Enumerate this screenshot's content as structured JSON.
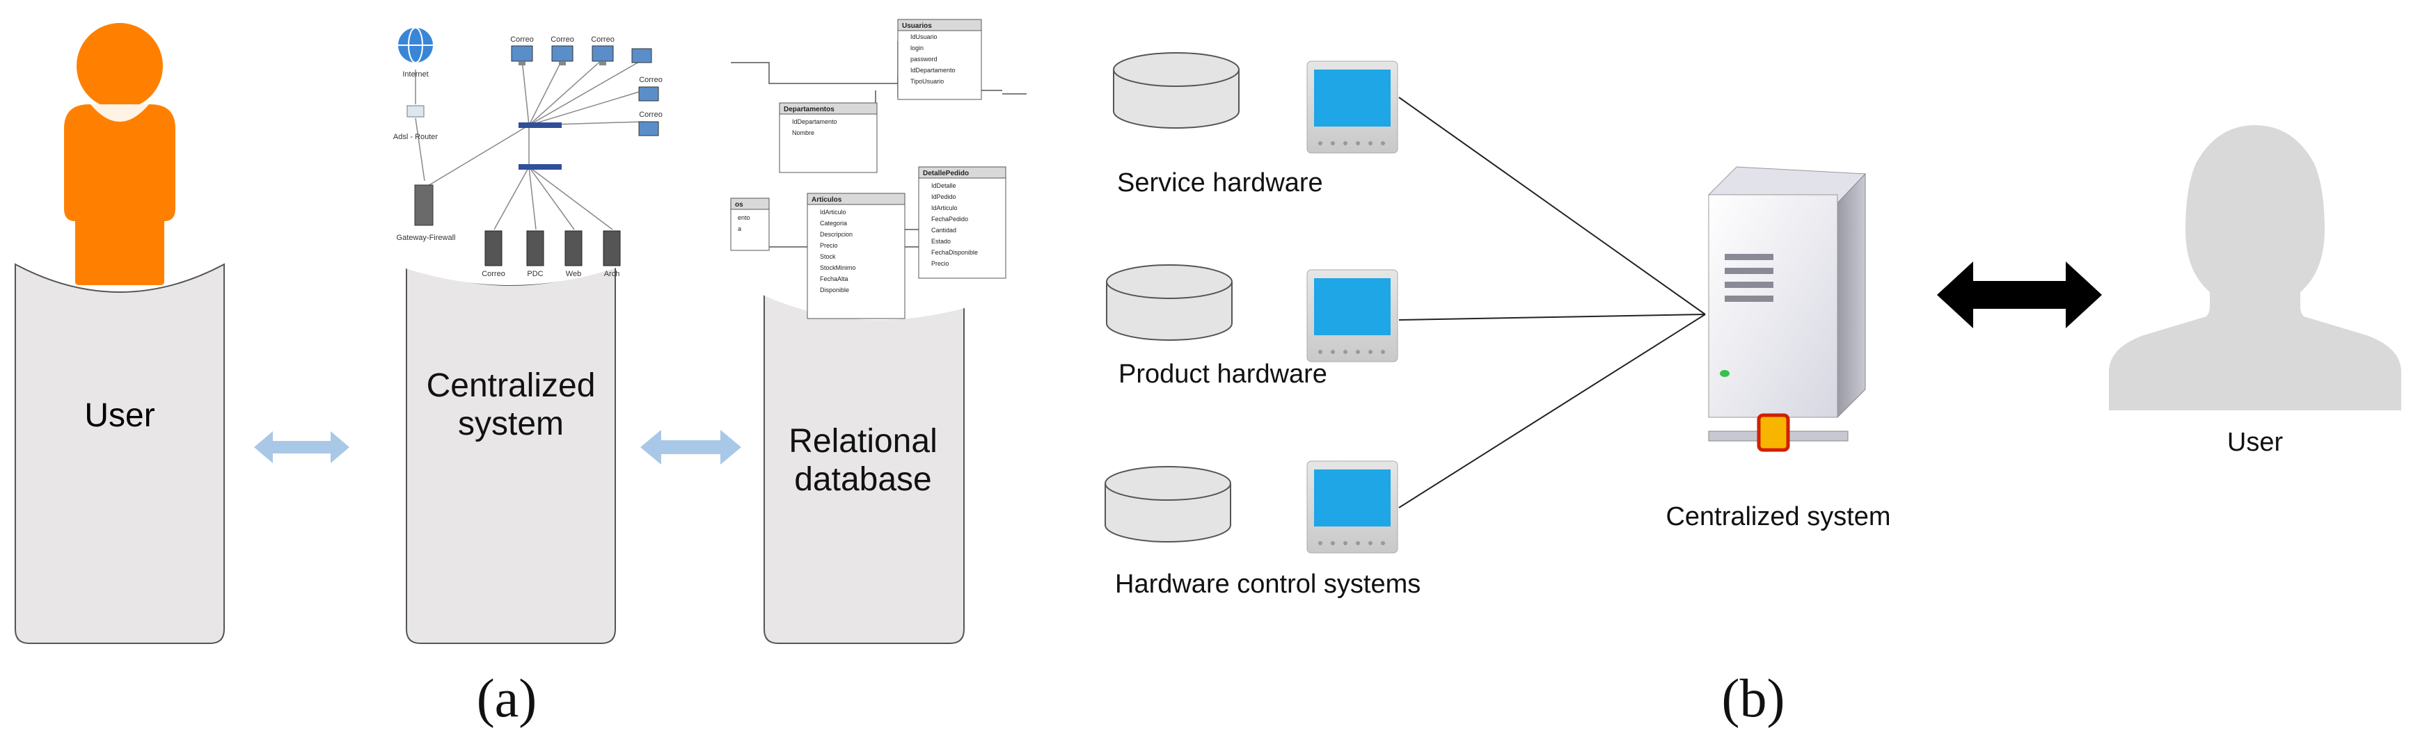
{
  "panel_a": {
    "label": "(a)",
    "user": "User",
    "centralized": [
      "Centralized",
      "system"
    ],
    "database": [
      "Relational",
      "database"
    ],
    "network_labels": {
      "internet": "Internet",
      "router": "Adsl - Router",
      "firewall": "Gateway-Firewall",
      "top_servers": [
        "Correo",
        "Correo",
        "Correo"
      ],
      "right_servers": [
        "Correo",
        "Correo"
      ],
      "bottom_servers": [
        "Correo",
        "PDC",
        "Web",
        "Arch"
      ]
    },
    "db_tables": {
      "usuarios": {
        "title": "Usuarios",
        "fields": [
          "IdUsuario",
          "login",
          "password",
          "IdDepartamento",
          "TipoUsuario"
        ]
      },
      "departamentos": {
        "title": "Departamentos",
        "fields": [
          "IdDepartamento",
          "Nombre"
        ]
      },
      "articulos": {
        "title": "Articulos",
        "fields": [
          "IdArticulo",
          "Categoria",
          "Descripcion",
          "Precio",
          "Stock",
          "StockMinimo",
          "FechaAlta",
          "Disponible"
        ]
      },
      "detalle": {
        "title": "DetallePedido",
        "fields": [
          "IdDetalle",
          "IdPedido",
          "IdArticulo",
          "FechaPedido",
          "Cantidad",
          "Estado",
          "FechaDisponible",
          "Precio"
        ]
      },
      "left_partial": {
        "title": "os",
        "fields": [
          "ento",
          "a"
        ]
      }
    }
  },
  "panel_b": {
    "label": "(b)",
    "service": "Service hardware",
    "product": "Product hardware",
    "control": "Hardware control systems",
    "centralized": "Centralized system",
    "user": "User"
  },
  "colors": {
    "orange": "#FF8000",
    "column_fill": "#E8E6E6",
    "arrow_light": "#A9C8E8",
    "monitor_screen": "#1EA6E6",
    "silhouette": "#D9D9D9"
  }
}
